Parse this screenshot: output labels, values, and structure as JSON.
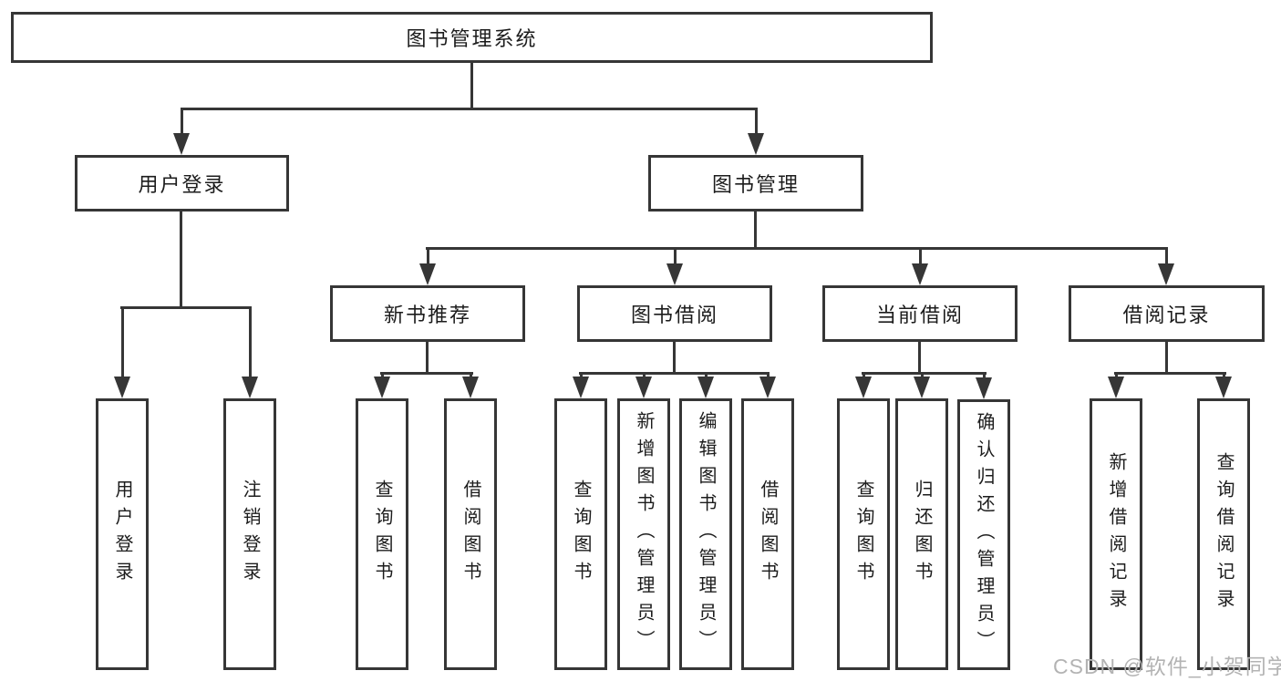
{
  "diagram_type": "hierarchy-tree",
  "colors": {
    "line": "#363636",
    "text": "#1c1c1c",
    "watermark": "#b3b3b3",
    "background": "#ffffff"
  },
  "watermark": {
    "text": "CSDN @软件_小贺同学"
  },
  "tree": {
    "label": "图书管理系统",
    "children": [
      {
        "label": "用户登录",
        "children": [
          {
            "label": "用户登录"
          },
          {
            "label": "注销登录"
          }
        ]
      },
      {
        "label": "图书管理",
        "children": [
          {
            "label": "新书推荐",
            "children": [
              {
                "label": "查询图书"
              },
              {
                "label": "借阅图书"
              }
            ]
          },
          {
            "label": "图书借阅",
            "children": [
              {
                "label": "查询图书"
              },
              {
                "label": "新增图书（管理员）"
              },
              {
                "label": "编辑图书（管理员）"
              },
              {
                "label": "借阅图书"
              }
            ]
          },
          {
            "label": "当前借阅",
            "children": [
              {
                "label": "查询图书"
              },
              {
                "label": "归还图书"
              },
              {
                "label": "确认归还（管理员）"
              }
            ]
          },
          {
            "label": "借阅记录",
            "children": [
              {
                "label": "新增借阅记录"
              },
              {
                "label": "查询借阅记录"
              }
            ]
          }
        ]
      }
    ]
  }
}
